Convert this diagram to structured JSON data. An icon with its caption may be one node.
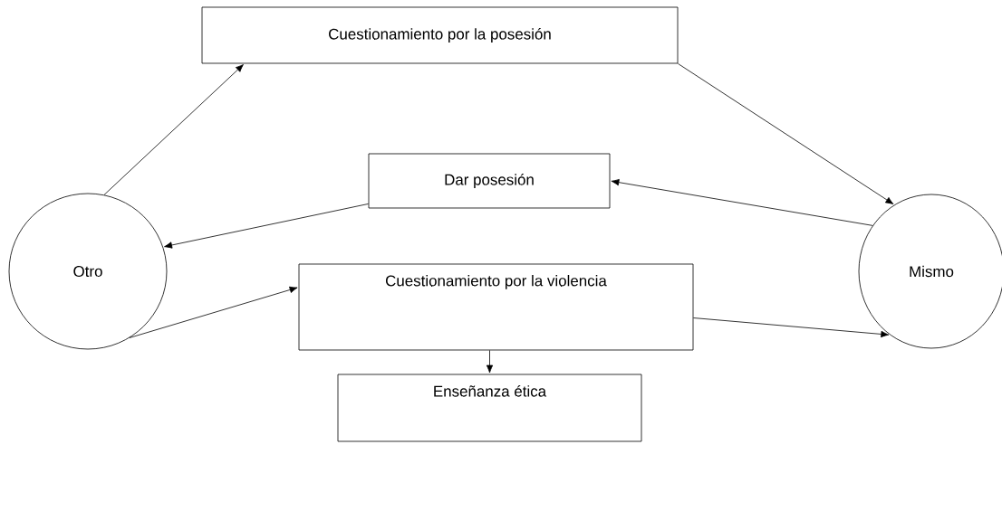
{
  "diagram": {
    "nodes": [
      {
        "text": [
          "Cuestionamiento por la posesión"
        ]
      },
      {
        "text": [
          "Dar posesión"
        ]
      },
      {
        "text": [
          "Otro"
        ]
      },
      {
        "text": [
          "Mismo"
        ]
      },
      {
        "text": [
          "Cuestionamiento por la violencia"
        ]
      },
      {
        "text": [
          "Enseñanza ética"
        ]
      }
    ],
    "edges": [
      {
        "from": 2,
        "to": 0,
        "arrow": "to"
      },
      {
        "from": 0,
        "to": 3,
        "arrow": "to"
      },
      {
        "from": 3,
        "to": 1,
        "arrow": "to"
      },
      {
        "from": 1,
        "to": 2,
        "arrow": "to"
      },
      {
        "from": 2,
        "to": 4,
        "arrow": "to"
      },
      {
        "from": 4,
        "to": 3,
        "arrow": "to"
      },
      {
        "from": 4,
        "to": 5,
        "arrow": "to"
      }
    ]
  }
}
